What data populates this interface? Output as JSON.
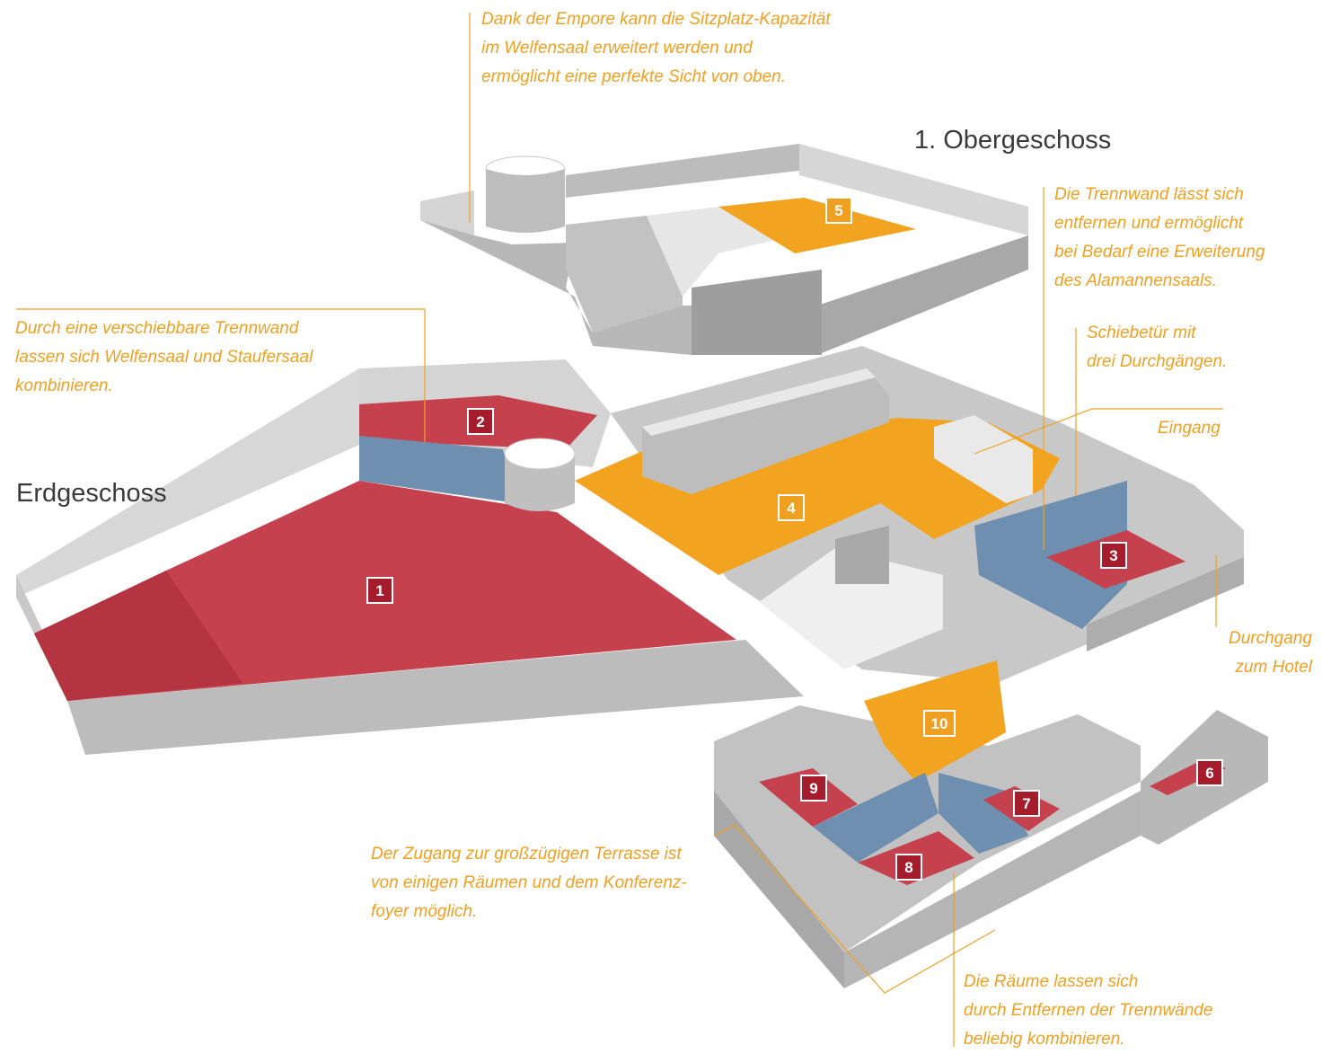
{
  "floors": {
    "upper": "1. Obergeschoss",
    "ground": "Erdgeschoss"
  },
  "rooms": [
    "1",
    "2",
    "3",
    "4",
    "5",
    "6",
    "7",
    "8",
    "9",
    "10"
  ],
  "notes": {
    "empore": [
      "Dank der Empore kann die Sitzplatz-Kapazität",
      "im Welfensaal erweitert werden und",
      "ermöglicht eine perfekte Sicht von oben."
    ],
    "trennwand_welfen": [
      "Durch eine verschiebbare Trennwand",
      "lassen sich Welfensaal und Staufersaal",
      "kombinieren."
    ],
    "trennwand_alamannen": [
      "Die Trennwand lässt sich",
      "entfernen und ermöglicht",
      "bei Bedarf eine Erweiterung",
      "des Alamannensaals."
    ],
    "schiebetuer": [
      "Schiebetür mit",
      "drei Durchgängen."
    ],
    "eingang": [
      "Eingang"
    ],
    "durchgang": [
      "Durchgang",
      "zum Hotel"
    ],
    "terrasse": [
      "Der Zugang zur großzügigen Terrasse ist",
      "von einigen Räumen und dem Konferenz-",
      "foyer möglich."
    ],
    "raeume": [
      "Die Räume lassen sich",
      "durch Entfernen der Trennwände",
      "beliebig kombinieren."
    ]
  },
  "colors": {
    "red_room": "#c5414d",
    "orange_room": "#f2a320",
    "blue_partition": "#6e8fb0",
    "wall_light": "#d9d9d9",
    "wall_mid": "#bdbdbd",
    "wall_dark": "#9c9c9c",
    "annotation": "#f0a020",
    "badge_red": "#a51d2d",
    "badge_orange": "#f0a020"
  }
}
